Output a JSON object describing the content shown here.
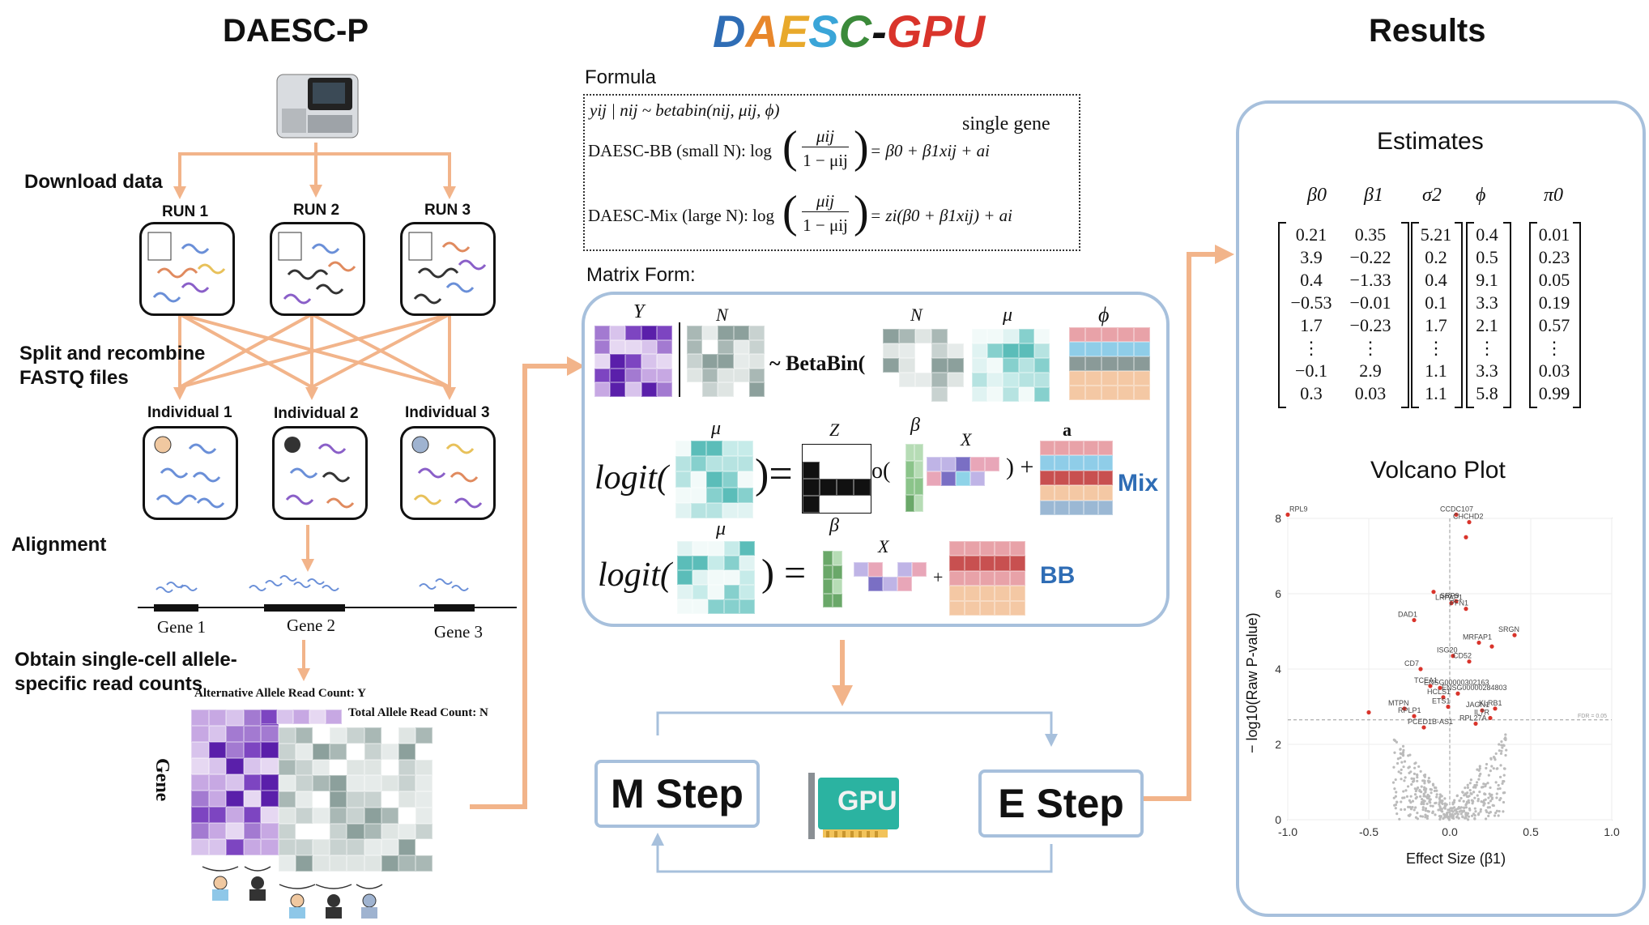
{
  "panels": {
    "left_title": "DAESC-P",
    "center_title_parts": [
      {
        "text": "D",
        "color": "#2f6db5"
      },
      {
        "text": "A",
        "color": "#e8872b"
      },
      {
        "text": "E",
        "color": "#e8a92b"
      },
      {
        "text": "S",
        "color": "#3aa5d8"
      },
      {
        "text": "C",
        "color": "#3b8a3a"
      },
      {
        "text": "-",
        "color": "#111111"
      },
      {
        "text": "GPU",
        "color": "#d9342b"
      }
    ],
    "right_title": "Results"
  },
  "left": {
    "download_label": "Download data",
    "runs": [
      "RUN 1",
      "RUN 2",
      "RUN 3"
    ],
    "split_label": "Split and recombine FASTQ files",
    "individuals": [
      "Individual 1",
      "Individual 2",
      "Individual 3"
    ],
    "alignment_label": "Alignment",
    "genes": [
      "Gene 1",
      "Gene 2",
      "Gene 3"
    ],
    "obtain_label": "Obtain single-cell allele-specific read counts",
    "alt_label": "Alternative Allele Read Count: Y",
    "total_label": "Total Allele Read Count: N",
    "gene_axis": "Gene"
  },
  "center": {
    "formula_title": "Formula",
    "formula_line1": "yij | nij ~ betabin(nij, μij, ϕ)",
    "single_gene": "single gene",
    "bb_lhs": "DAESC-BB (small N): log",
    "bb_frac_num": "μij",
    "bb_frac_den": "1 − μij",
    "bb_rhs": "= β0 + β1xij + ai",
    "mix_lhs": "DAESC-Mix (large N): log",
    "mix_rhs": "= zi(β0 + β1xij) + ai",
    "matrix_title": "Matrix Form:",
    "sym_Y": "Y",
    "sym_N": "N",
    "sym_N2": "N",
    "sym_mu": "μ",
    "sym_phi": "ϕ",
    "betabin": "~ BetaBin(",
    "logit": "logit(",
    "sym_Z": "Z",
    "sym_beta": "β",
    "sym_X": "X",
    "sym_a": "a",
    "mix_label": "Mix",
    "bb_label": "BB",
    "m_step": "M Step",
    "e_step": "E Step",
    "gpu": "GPU"
  },
  "right": {
    "estimates_title": "Estimates",
    "headers": [
      "β0",
      "β1",
      "σ2",
      "ϕ",
      "π0"
    ],
    "beta0": [
      "0.21",
      "3.9",
      "0.4",
      "−0.53",
      "1.7",
      "⋮",
      "−0.1",
      "0.3"
    ],
    "beta1": [
      "0.35",
      "−0.22",
      "−1.33",
      "−0.01",
      "−0.23",
      "⋮",
      "2.9",
      "0.03"
    ],
    "sigma2": [
      "5.21",
      "0.2",
      "0.4",
      "0.1",
      "1.7",
      "⋮",
      "1.1",
      "1.1"
    ],
    "phi": [
      "0.4",
      "0.5",
      "9.1",
      "3.3",
      "2.1",
      "⋮",
      "3.3",
      "5.8"
    ],
    "pi0": [
      "0.01",
      "0.23",
      "0.05",
      "0.19",
      "0.57",
      "⋮",
      "0.03",
      "0.99"
    ],
    "volcano_title": "Volcano Plot"
  },
  "chart_data": {
    "type": "scatter",
    "title": "",
    "xlabel": "Effect Size (β1)",
    "ylabel": "− log10(Raw P-value)",
    "xlim": [
      -1.0,
      1.0
    ],
    "ylim": [
      0,
      8
    ],
    "xticks": [
      "-1.0",
      "-0.5",
      "0.0",
      "0.5",
      "1.0"
    ],
    "yticks": [
      "0",
      "2",
      "4",
      "6",
      "8"
    ],
    "threshold_label": "FDR = 0.05",
    "threshold_y": 2.65,
    "significant": [
      {
        "x": 0.04,
        "y": 8.1,
        "label": "CCDC107"
      },
      {
        "x": 0.12,
        "y": 7.9,
        "label": "CHCHD2"
      },
      {
        "x": 0.1,
        "y": 7.5,
        "label": ""
      },
      {
        "x": -0.1,
        "y": 6.05,
        "label": ""
      },
      {
        "x": 0.04,
        "y": 5.8,
        "label": "SRP9"
      },
      {
        "x": 0.01,
        "y": 5.75,
        "label": "LRPAP1"
      },
      {
        "x": 0.1,
        "y": 5.6,
        "label": "PFN1"
      },
      {
        "x": -0.22,
        "y": 5.3,
        "label": "DAD1"
      },
      {
        "x": 0.4,
        "y": 4.9,
        "label": "SRGN"
      },
      {
        "x": 0.18,
        "y": 4.7,
        "label": "MRFAP1"
      },
      {
        "x": 0.26,
        "y": 4.6,
        "label": ""
      },
      {
        "x": 0.02,
        "y": 4.35,
        "label": "ISG20"
      },
      {
        "x": 0.12,
        "y": 4.2,
        "label": "CD52"
      },
      {
        "x": -0.18,
        "y": 4.0,
        "label": "CD7"
      },
      {
        "x": -0.12,
        "y": 3.55,
        "label": "TCEA1"
      },
      {
        "x": -0.06,
        "y": 3.5,
        "label": "ENSG00000302163"
      },
      {
        "x": -0.04,
        "y": 3.25,
        "label": "HCLS1"
      },
      {
        "x": 0.05,
        "y": 3.35,
        "label": "ENSG00000284803"
      },
      {
        "x": -0.01,
        "y": 3.0,
        "label": "ETS1"
      },
      {
        "x": 0.2,
        "y": 2.9,
        "label": "JAGN1"
      },
      {
        "x": 0.28,
        "y": 2.95,
        "label": "KLRB1"
      },
      {
        "x": -0.5,
        "y": 2.85,
        "label": ""
      },
      {
        "x": -0.28,
        "y": 2.95,
        "label": "MTPN"
      },
      {
        "x": -0.22,
        "y": 2.75,
        "label": "RPLP1"
      },
      {
        "x": 0.25,
        "y": 2.7,
        "label": "IL7R"
      },
      {
        "x": 0.16,
        "y": 2.55,
        "label": "RPL27A"
      },
      {
        "x": -0.16,
        "y": 2.45,
        "label": "PCED1B-AS1"
      },
      {
        "x": -1.0,
        "y": 8.1,
        "label": "RPL9"
      }
    ]
  }
}
